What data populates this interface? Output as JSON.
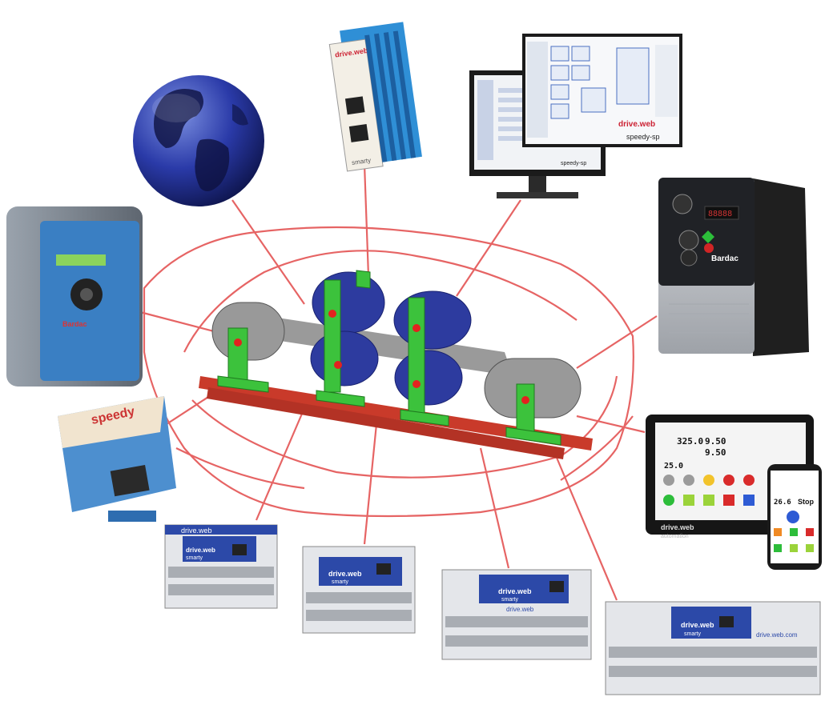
{
  "brand": {
    "drive_web": "drive.web",
    "smarty": "smarty",
    "speedy": "speedy",
    "speedy_sp": "speedy-sp",
    "bardac": "Bardac",
    "automation": "automation",
    "drive_web_com": "drive.web.com"
  },
  "screen_labels": {
    "hmi_value_1": "325.0",
    "hmi_value_2": "9.50",
    "hmi_value_3": "9.50",
    "hmi_value_4": "25.0",
    "phone_value": "26.6",
    "phone_stop": "Stop"
  },
  "colors": {
    "link_line": "#e24a4a",
    "roller_blue": "#2d3b9f",
    "roller_gray": "#8e8e8e",
    "frame_green": "#3cc23c",
    "base_red": "#c93a2a",
    "device_blue": "#2e62b8",
    "module_blue": "#2c49a8"
  },
  "icons": [
    "globe-icon",
    "ethernet-port-icon",
    "monitor-icon",
    "phone-icon"
  ]
}
